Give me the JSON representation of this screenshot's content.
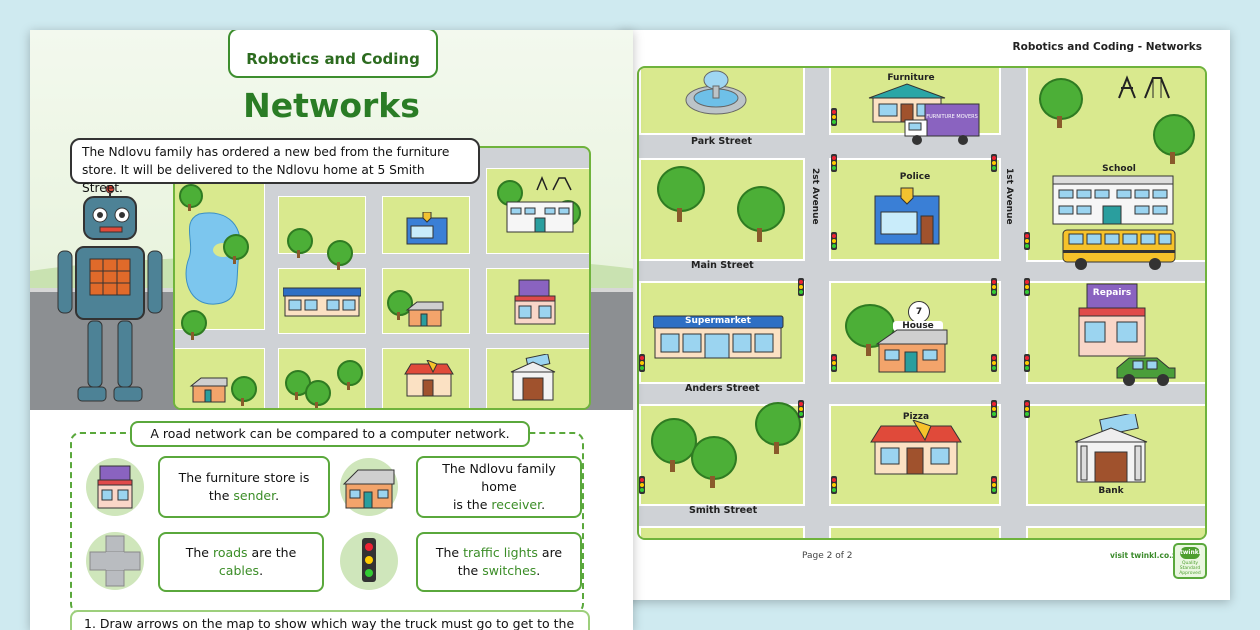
{
  "page1": {
    "subject_tag": "Robotics and Coding",
    "title": "Networks",
    "intro_line1": "The Ndlovu family has ordered a new bed from the furniture",
    "intro_line2": "store. It will be delivered to the Ndlovu home at 5 Smith Street.",
    "comparison_heading": "A road network can be compared to a computer network.",
    "cards": [
      {
        "pre": "The furniture store is",
        "mid": "the ",
        "keyword": "sender",
        "post": "."
      },
      {
        "pre": "The Ndlovu family home",
        "mid": "is the ",
        "keyword": "receiver",
        "post": "."
      },
      {
        "pre": "The ",
        "keyword": "roads",
        "mid": " are the ",
        "keyword2": "cables",
        "post": "."
      },
      {
        "pre": "The ",
        "keyword": "traffic lights",
        "mid": " are",
        "line2pre": "the ",
        "keyword2": "switches",
        "post": "."
      }
    ],
    "question1": "1.  Draw arrows on the map to show which way the truck must go to get to the"
  },
  "page2": {
    "header": "Robotics and Coding - Networks",
    "footer_page": "Page 2 of 2",
    "footer_visit": "visit twinkl.co.za",
    "badge_logo": "twinkl",
    "badge_caption": "Quality Standard Approved",
    "streets": [
      "Park Street",
      "Main Street",
      "Anders Street",
      "Smith Street"
    ],
    "avenues": [
      "2st Avenue",
      "1st Avenue"
    ],
    "buildings": {
      "furniture": "Furniture",
      "police": "Police",
      "school": "School",
      "supermarket": "Supermarket",
      "house": "House",
      "house_number": "7",
      "repairs": "Repairs",
      "pizza": "Pizza",
      "bank": "Bank",
      "truck_text": "FURNITURE MOVERS"
    }
  },
  "colors": {
    "background": "#cfeaf0",
    "accent_green": "#2a7c25",
    "grass": "#d9e98e",
    "road": "#cfd2d6"
  }
}
